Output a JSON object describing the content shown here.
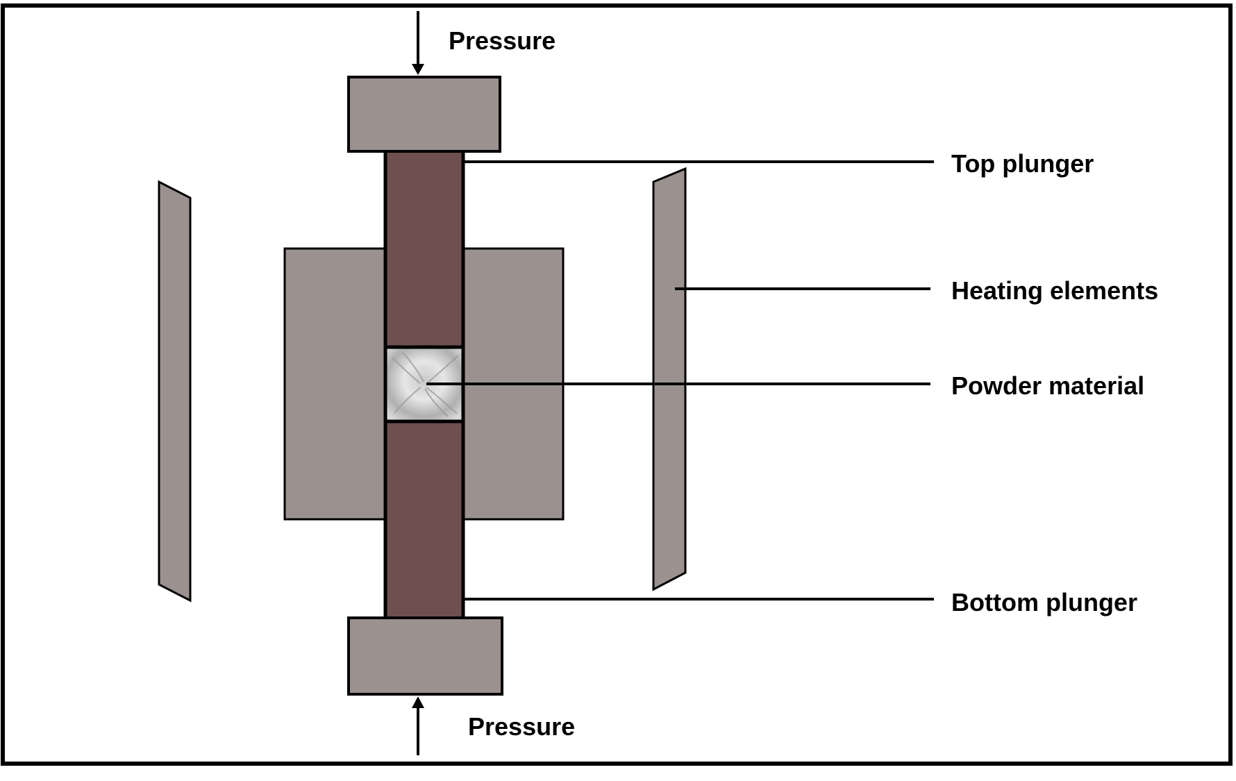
{
  "labels": {
    "pressure_top": "Pressure",
    "pressure_bottom": "Pressure",
    "top_plunger": "Top plunger",
    "heating_elements": "Heating elements",
    "powder_material": "Powder material",
    "bottom_plunger": "Bottom plunger"
  },
  "colors": {
    "block_gray": "#9b9290",
    "plunger_brown": "#6e5051",
    "powder_light": "#d8d8d8",
    "powder_dark": "#9a9a9a",
    "outline": "#000000",
    "background": "#ffffff"
  }
}
